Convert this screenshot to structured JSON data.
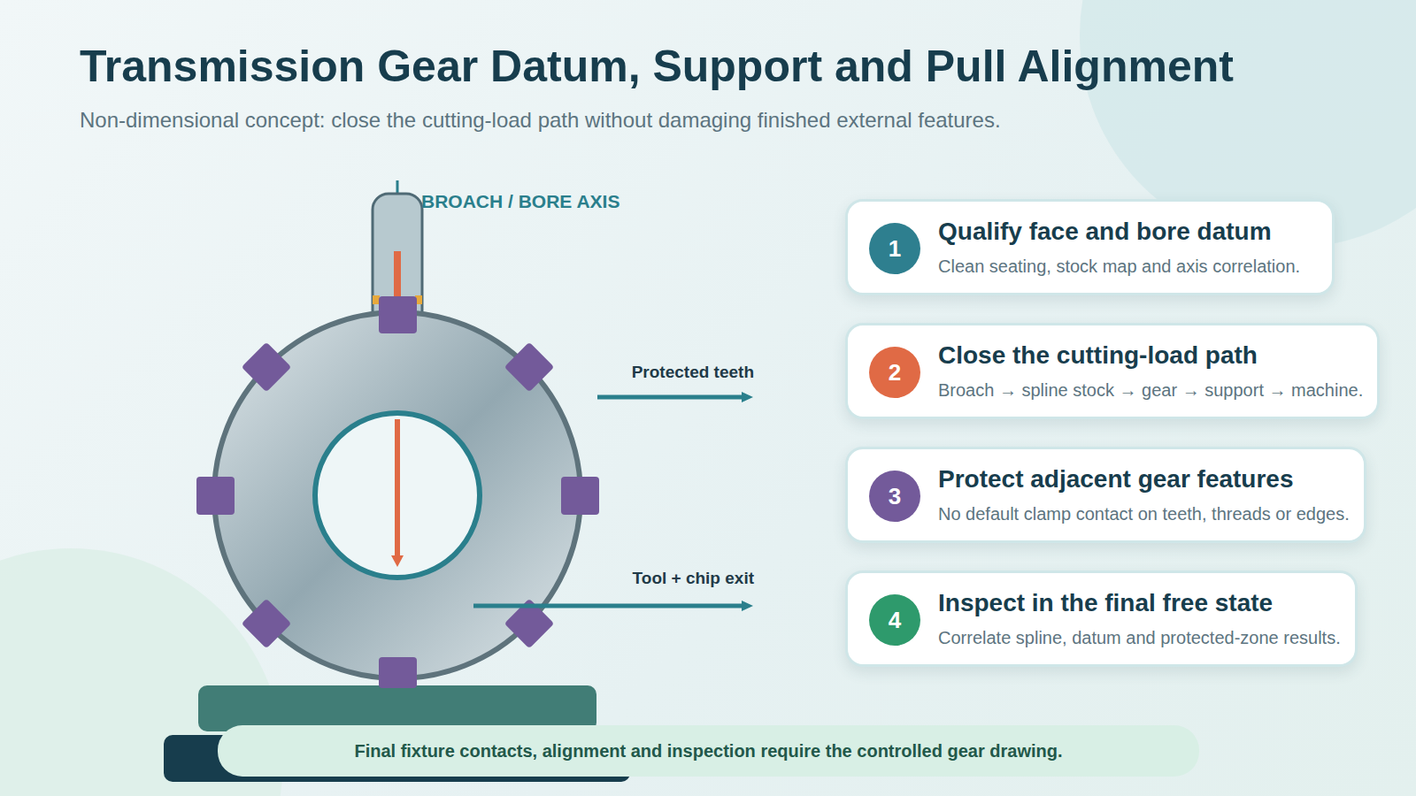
{
  "diagram": {
    "title": "Transmission Gear Datum, Support and Pull Alignment",
    "caption": "Non-dimensional concept: close the cutting-load path without damaging finished external features.",
    "nodes": [
      {
        "text": [
          "Qualify face and bore datum",
          "Clean seating, stock map and axis correlation."
        ]
      },
      {
        "text": [
          "1"
        ],
        "in": 0
      },
      {
        "text": [
          "Close the cutting-load path",
          "Broach → spline stock → gear → support → machine."
        ]
      },
      {
        "text": [
          "2"
        ],
        "in": 2
      },
      {
        "text": [
          "Protect adjacent gear features",
          "No default clamp contact on teeth, threads or edges."
        ]
      },
      {
        "text": [
          "3"
        ],
        "in": 4
      },
      {
        "text": [
          "Inspect in the final free state",
          "Correlate spline, datum and protected-zone results."
        ]
      },
      {
        "text": [
          "4"
        ],
        "in": 6
      },
      {
        "text": [
          "Final fixture contacts, alignment and inspection require the controlled gear drawing."
        ]
      }
    ],
    "labels": [
      "BROACH / BORE AXIS",
      "Protected teeth",
      "Tool + chip exit"
    ]
  }
}
